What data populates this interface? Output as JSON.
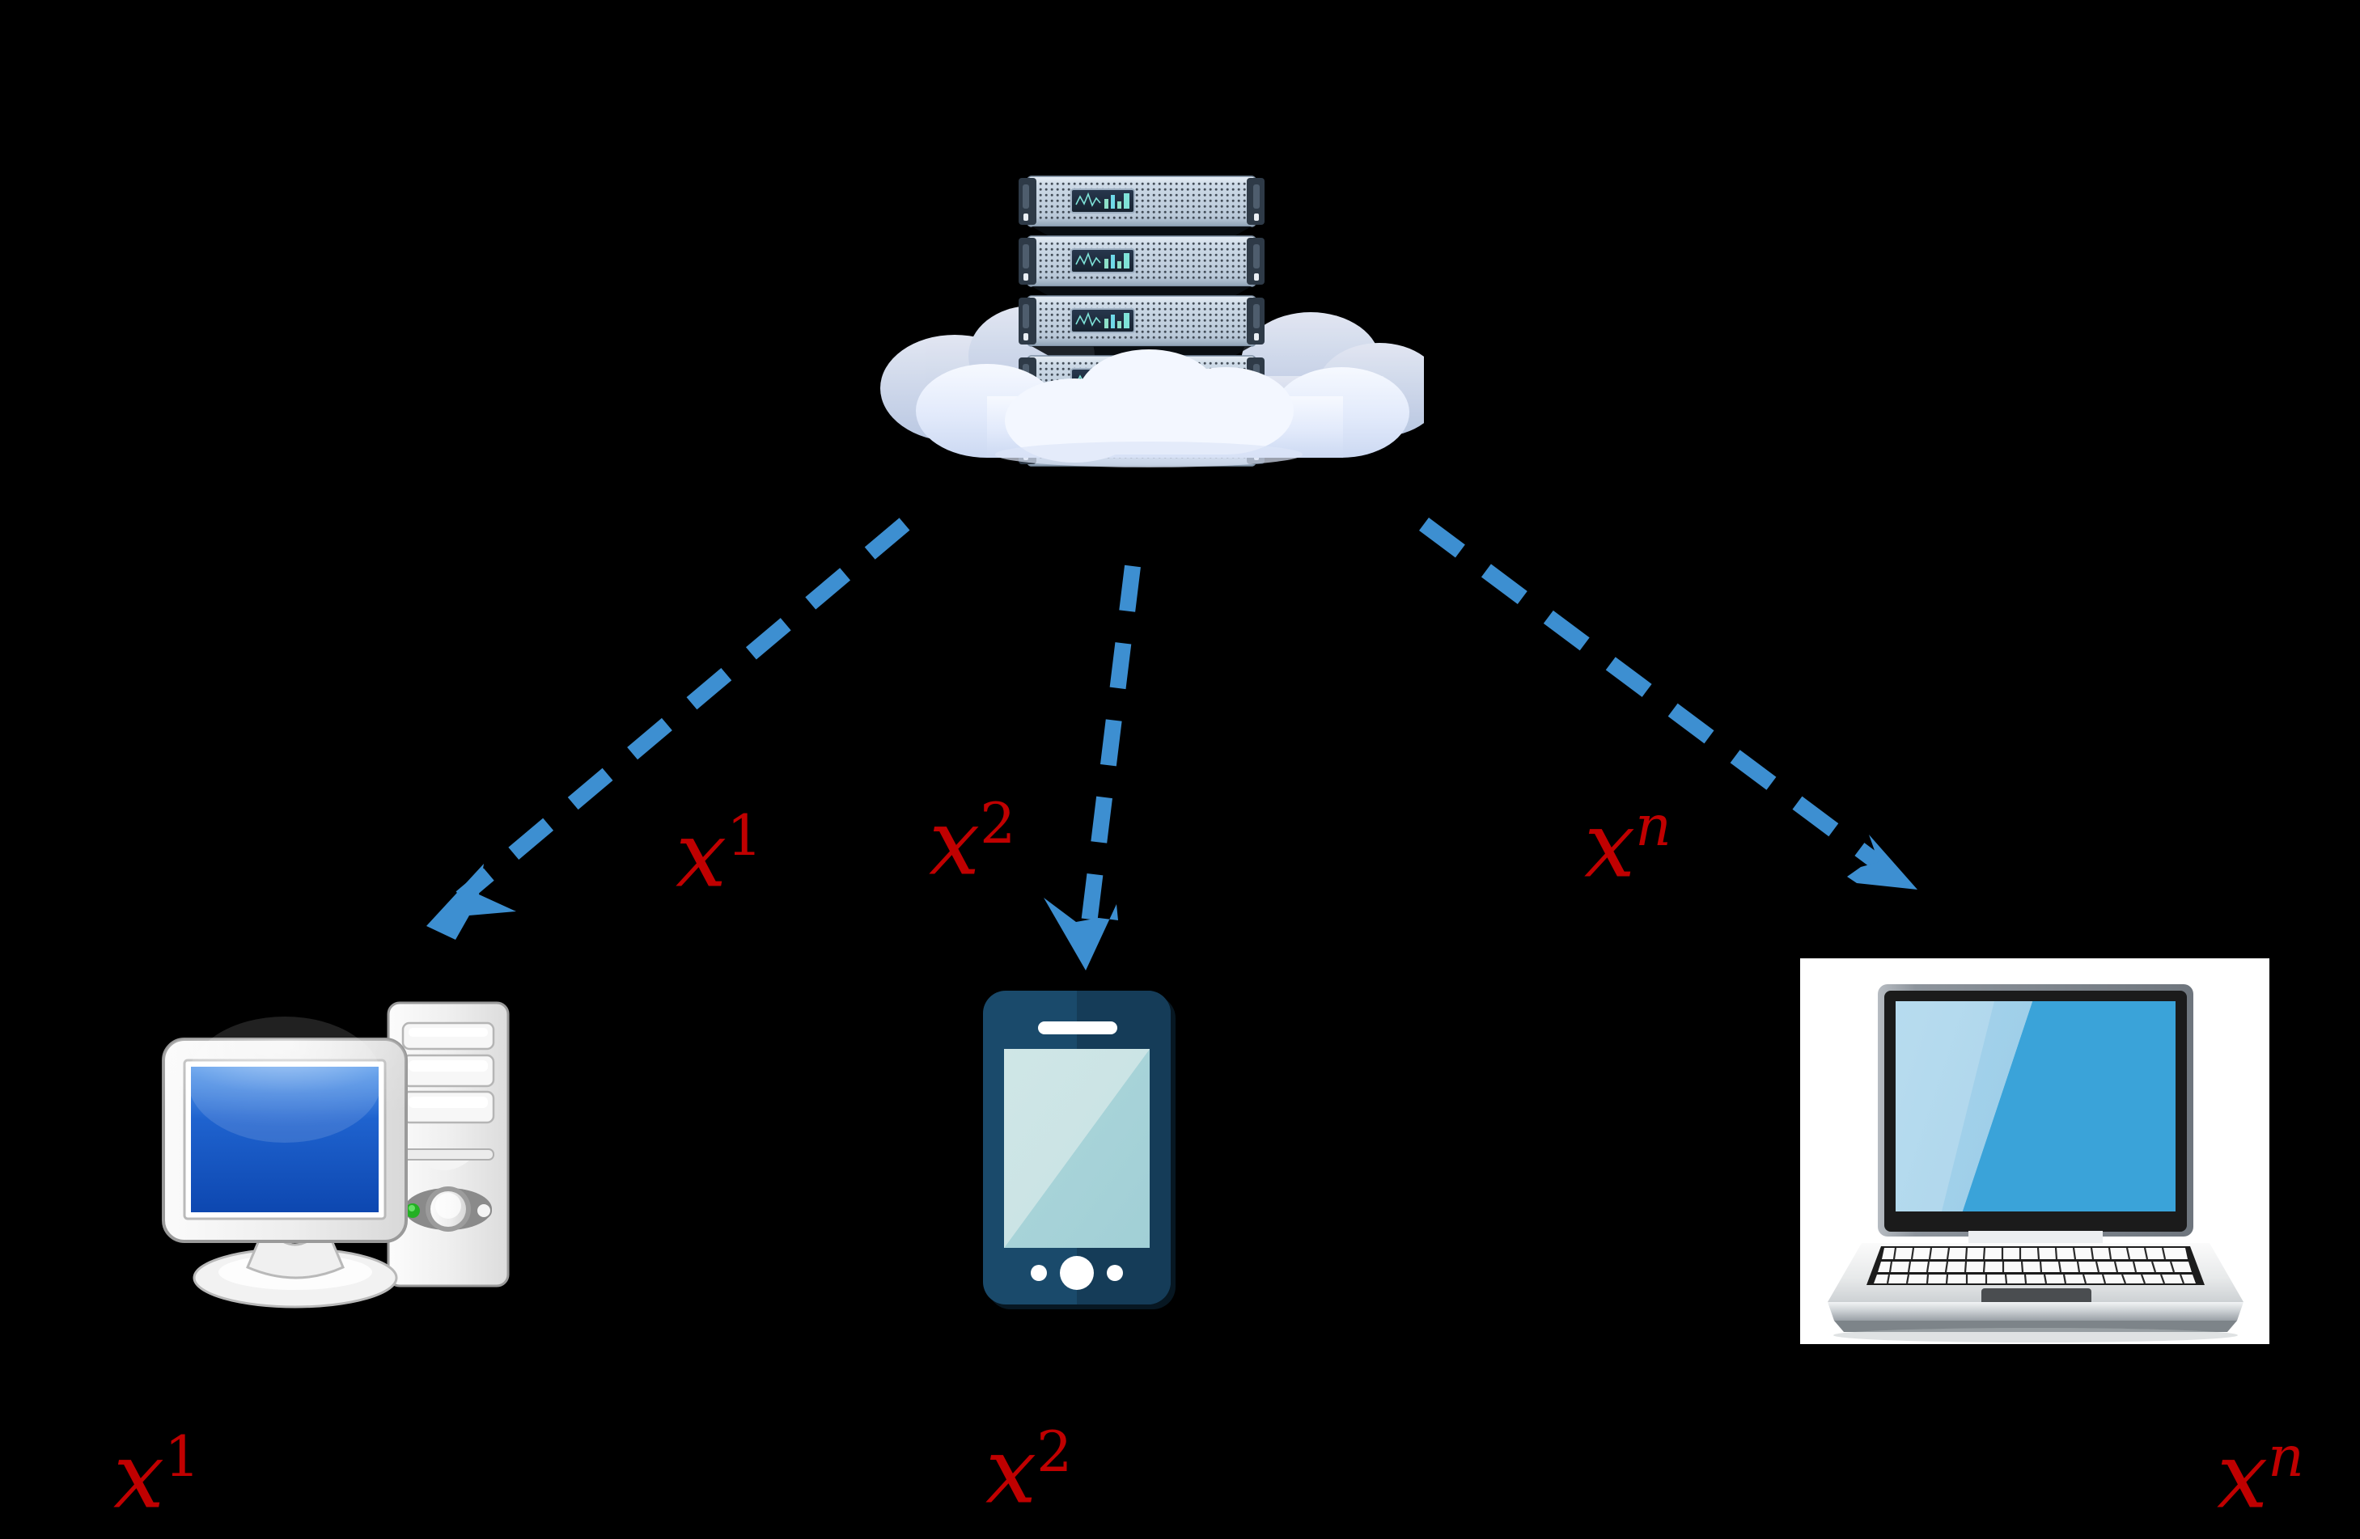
{
  "diagram": {
    "title": "cloud-to-device distribution diagram",
    "background_color": "#000000",
    "arrow_color": "#3d8fd1",
    "label_color": "#c00000"
  },
  "cloud": {
    "name": "cloud server stack",
    "server_units": 5,
    "server_face_color": "#c9d6e4",
    "cloud_color": "#e8eefc"
  },
  "arrows": [
    {
      "id": "arrow-1",
      "label_base": "x",
      "label_sup": "1",
      "label_text": "x1",
      "from": "cloud",
      "to": "desktop"
    },
    {
      "id": "arrow-2",
      "label_base": "x",
      "label_sup": "2",
      "label_text": "x2",
      "from": "cloud",
      "to": "smartphone"
    },
    {
      "id": "arrow-3",
      "label_base": "x",
      "label_sup": "n",
      "label_text": "xn",
      "from": "cloud",
      "to": "laptop"
    }
  ],
  "devices": [
    {
      "id": "desktop",
      "name": "desktop computer",
      "caption_base": "x",
      "caption_sup": "1",
      "caption_text": "x1",
      "screen_color": "#1c63c8",
      "case_color": "#f2f2f2"
    },
    {
      "id": "smartphone",
      "name": "smartphone",
      "caption_base": "x",
      "caption_sup": "2",
      "caption_text": "x2",
      "body_color": "#1a4a6b",
      "screen_color": "#bfe0e2"
    },
    {
      "id": "laptop",
      "name": "laptop computer",
      "caption_base": "x",
      "caption_sup": "n",
      "caption_text": "xn",
      "screen_color": "#3aa3d9",
      "panel_background": "#ffffff"
    }
  ]
}
